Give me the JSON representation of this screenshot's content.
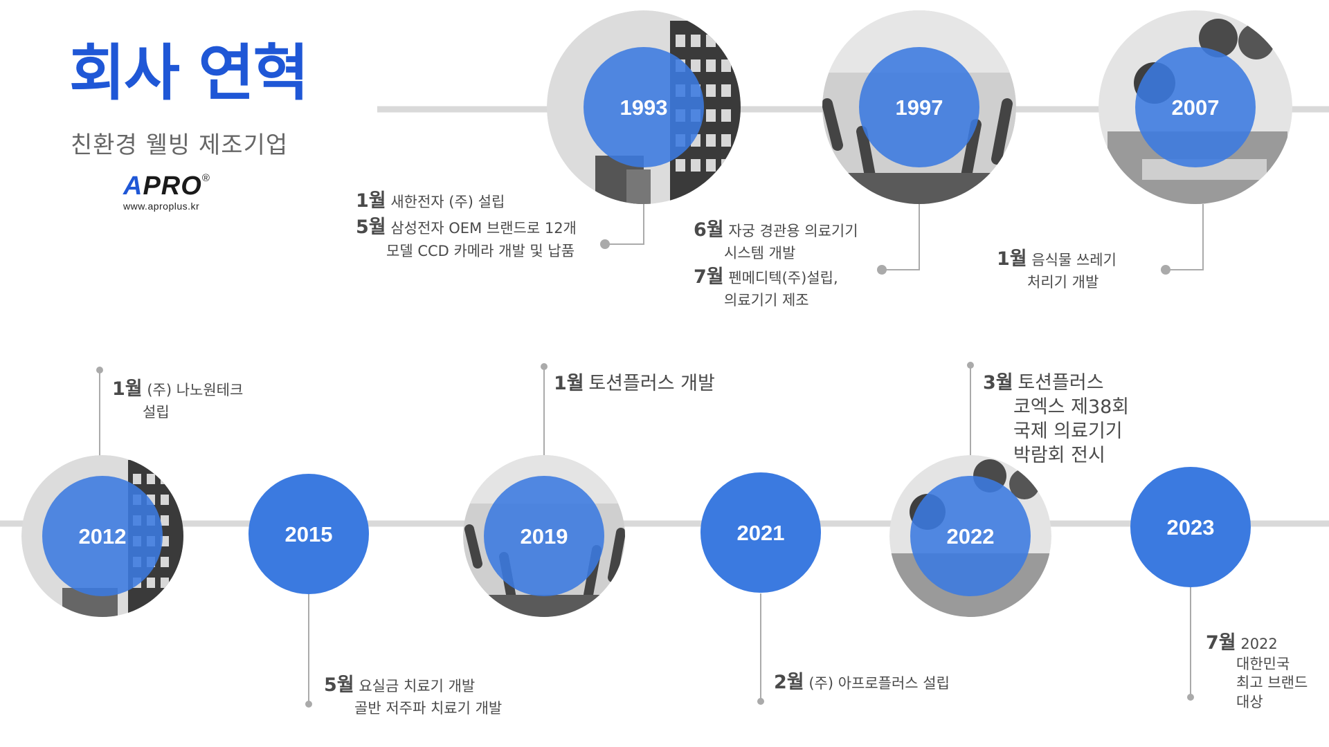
{
  "header": {
    "title": "회사 연혁",
    "subtitle": "친환경 웰빙 제조기업"
  },
  "logo": {
    "brand_a": "A",
    "brand_rest": "PRO",
    "registered": "®",
    "url": "www.aproplus.kr"
  },
  "colors": {
    "accent": "#1f57d6",
    "circle_blue": "#3b7ae0",
    "line_gray": "#d9d9d9",
    "connector_gray": "#aaaaaa"
  },
  "timeline": [
    {
      "year": "1993",
      "photo": "building-photo",
      "notes": [
        {
          "month": "1월",
          "lines": [
            "새한전자 (주) 설립"
          ]
        },
        {
          "month": "5월",
          "lines": [
            "삼성전자 OEM 브랜드로 12개",
            "모델 CCD 카메라 개발 및 납품"
          ]
        }
      ]
    },
    {
      "year": "1997",
      "photo": "raised-hands-photo",
      "notes": [
        {
          "month": "6월",
          "lines": [
            "자궁 경관용 의료기기",
            "시스템 개발"
          ]
        },
        {
          "month": "7월",
          "lines": [
            "펜메디텍(주)설립,",
            "의료기기 제조"
          ]
        }
      ]
    },
    {
      "year": "2007",
      "photo": "team-photo",
      "notes": [
        {
          "month": "1월",
          "lines": [
            "음식물 쓰레기",
            "처리기 개발"
          ]
        }
      ]
    },
    {
      "year": "2012",
      "photo": "building-photo",
      "notes": [
        {
          "month": "1월",
          "lines": [
            "(주) 나노원테크",
            "설립"
          ]
        }
      ]
    },
    {
      "year": "2015",
      "photo": "",
      "notes": [
        {
          "month": "5월",
          "lines": [
            "요실금 치료기 개발",
            "골반 저주파 치료기 개발"
          ]
        }
      ]
    },
    {
      "year": "2019",
      "photo": "raised-hands-photo",
      "notes": [
        {
          "month": "1월",
          "lines": [
            "토션플러스 개발"
          ]
        }
      ]
    },
    {
      "year": "2021",
      "photo": "",
      "notes": [
        {
          "month": "2월",
          "lines": [
            "(주) 아프로플러스 설립"
          ]
        }
      ]
    },
    {
      "year": "2022",
      "photo": "team-photo",
      "notes": [
        {
          "month": "3월",
          "lines": [
            "토션플러스",
            "코엑스 제38회",
            "국제 의료기기",
            "박람회 전시"
          ]
        }
      ]
    },
    {
      "year": "2023",
      "photo": "",
      "notes": [
        {
          "month": "7월",
          "lines": [
            "2022",
            "대한민국",
            "최고 브랜드",
            "대상"
          ]
        }
      ]
    }
  ]
}
